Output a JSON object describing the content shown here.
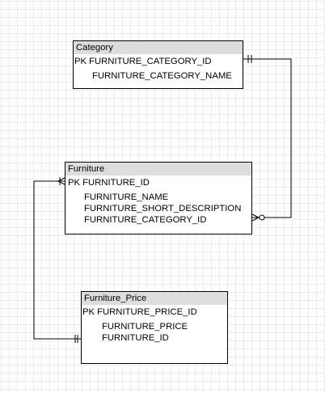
{
  "entities": {
    "category": {
      "name": "Category",
      "pk_marker": "PK",
      "pk_field": "FURNITURE_CATEGORY_ID",
      "fields": [
        "FURNITURE_CATEGORY_NAME"
      ]
    },
    "furniture": {
      "name": "Furniture",
      "pk_marker": "PK",
      "pk_field": "FURNITURE_ID",
      "fields": [
        "FURNITURE_NAME",
        "FURNITURE_SHORT_DESCRIPTION",
        "FURNITURE_CATEGORY_ID"
      ]
    },
    "price": {
      "name": "Furniture_Price",
      "pk_marker": "PK",
      "pk_field": "FURNITURE_PRICE_ID",
      "fields": [
        "FURNITURE_PRICE",
        "FURNITURE_ID"
      ]
    }
  },
  "relationships": [
    {
      "from": "Category",
      "to": "Furniture",
      "from_end": "one-and-only-one",
      "to_end": "zero-or-many"
    },
    {
      "from": "Furniture_Price",
      "to": "Furniture",
      "from_end": "one-and-only-one",
      "to_end": "one-or-many"
    }
  ],
  "colors": {
    "header": "#dddddd",
    "border": "#000000",
    "grid": "#ececec"
  }
}
